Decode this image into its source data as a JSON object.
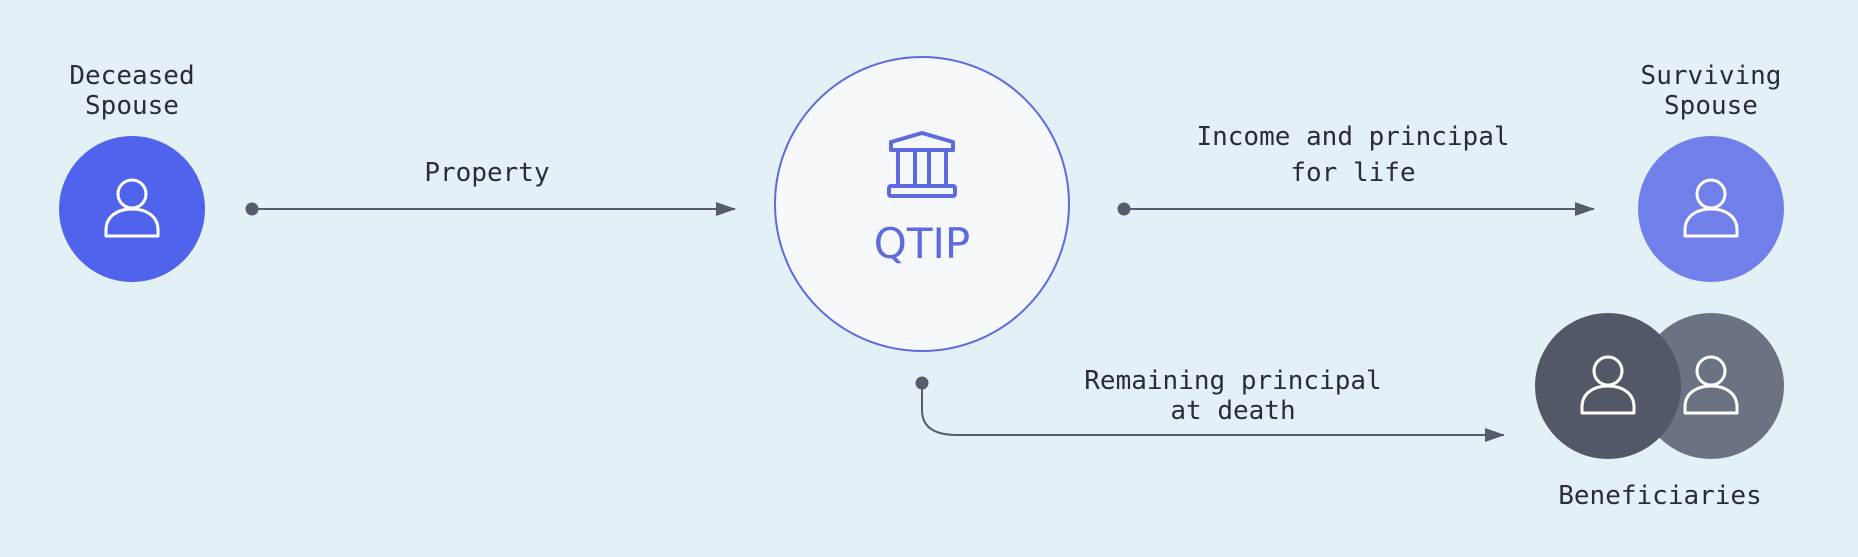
{
  "nodes": {
    "deceased_spouse": {
      "label_line1": "Deceased",
      "label_line2": "Spouse",
      "icon": "person-icon",
      "color": "#5063EC"
    },
    "trust": {
      "label": "QTIP",
      "icon": "bank-icon",
      "color": "#5E6BE0",
      "fill": "#F6F9FB"
    },
    "surviving_spouse": {
      "label_line1": "Surviving",
      "label_line2": "Spouse",
      "icon": "person-icon",
      "color": "#717FEA"
    },
    "beneficiaries": {
      "label": "Beneficiaries",
      "icon": "person-icon",
      "color_front": "#535867",
      "color_back": "#6B7383"
    }
  },
  "edges": {
    "property": {
      "label": "Property"
    },
    "income": {
      "label_line1": "Income and principal",
      "label_line2": "for life"
    },
    "remaining": {
      "label_line1": "Remaining principal",
      "label_line2": "at death"
    }
  },
  "colors": {
    "background": "#E3F1F6",
    "connector": "#565C6B",
    "text": "#2A2D38"
  }
}
